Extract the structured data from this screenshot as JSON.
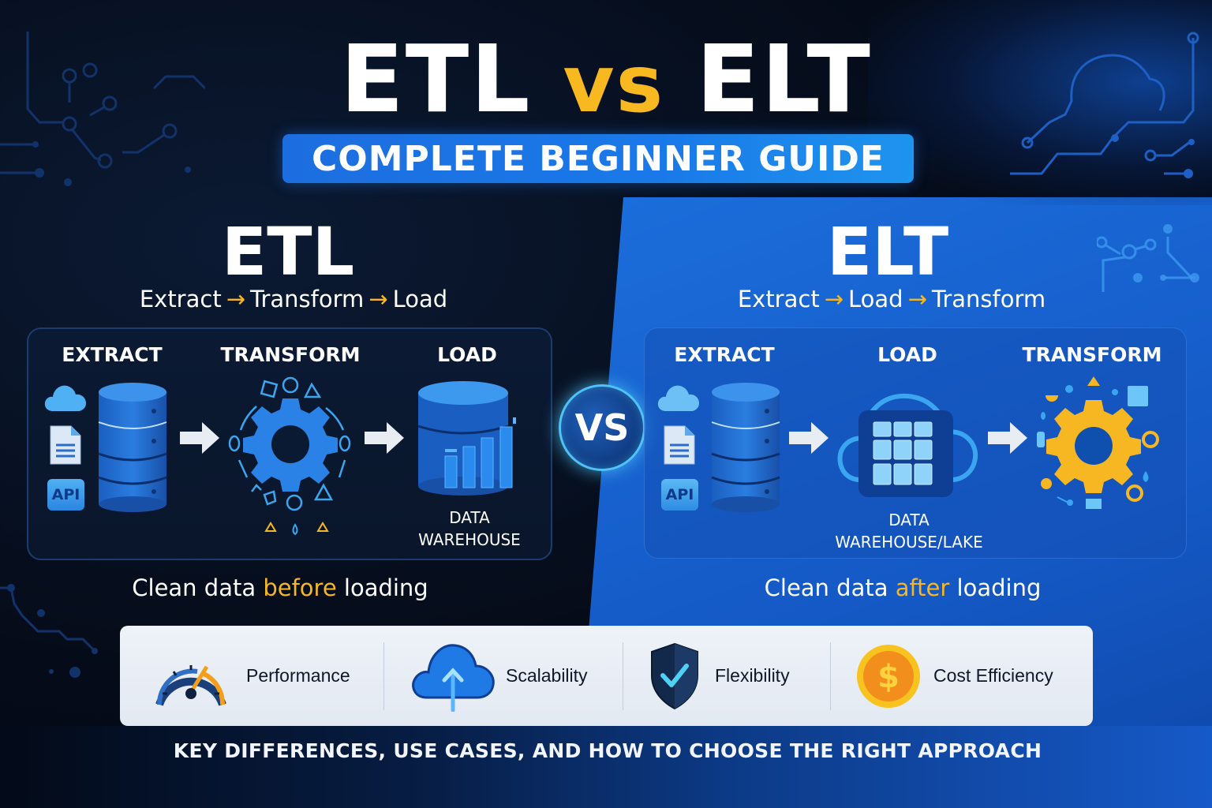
{
  "header": {
    "title_left": "ETL",
    "title_vs": "vs",
    "title_right": "ELT",
    "subtitle": "COMPLETE BEGINNER GUIDE"
  },
  "etl": {
    "title": "ETL",
    "flow": [
      "Extract",
      "Transform",
      "Load"
    ],
    "arrow": "→",
    "steps": [
      {
        "label": "EXTRACT",
        "icon": "source-database-icon"
      },
      {
        "label": "TRANSFORM",
        "icon": "blue-gear-icon"
      },
      {
        "label": "LOAD",
        "icon": "data-warehouse-chart-icon"
      }
    ],
    "destination_line1": "DATA",
    "destination_line2": "WAREHOUSE",
    "sources": [
      "cloud-icon",
      "document-icon",
      "API"
    ],
    "summary_prefix": "Clean data ",
    "summary_highlight": "before",
    "summary_suffix": " loading"
  },
  "elt": {
    "title": "ELT",
    "flow": [
      "Extract",
      "Load",
      "Transform"
    ],
    "arrow": "→",
    "steps": [
      {
        "label": "EXTRACT",
        "icon": "source-database-icon"
      },
      {
        "label": "LOAD",
        "icon": "cloud-grid-icon"
      },
      {
        "label": "TRANSFORM",
        "icon": "yellow-gear-icon"
      }
    ],
    "destination_line1": "DATA",
    "destination_line2": "WAREHOUSE/LAKE",
    "sources": [
      "cloud-icon",
      "document-icon",
      "API"
    ],
    "summary_prefix": "Clean data ",
    "summary_highlight": "after",
    "summary_suffix": " loading"
  },
  "vs_badge": "VS",
  "features": [
    {
      "label": "Performance",
      "icon": "speedometer-icon"
    },
    {
      "label": "Scalability",
      "icon": "cloud-upload-icon"
    },
    {
      "label": "Flexibility",
      "icon": "shield-check-icon"
    },
    {
      "label": "Cost Efficiency",
      "icon": "dollar-coin-icon"
    }
  ],
  "tagline": "KEY DIFFERENCES, USE CASES, AND HOW TO CHOOSE THE RIGHT APPROACH",
  "colors": {
    "accent_yellow": "#f6b723",
    "primary_blue": "#1a6ad8",
    "dark_bg": "#050b18",
    "vs_ring": "#4fc3f7"
  }
}
